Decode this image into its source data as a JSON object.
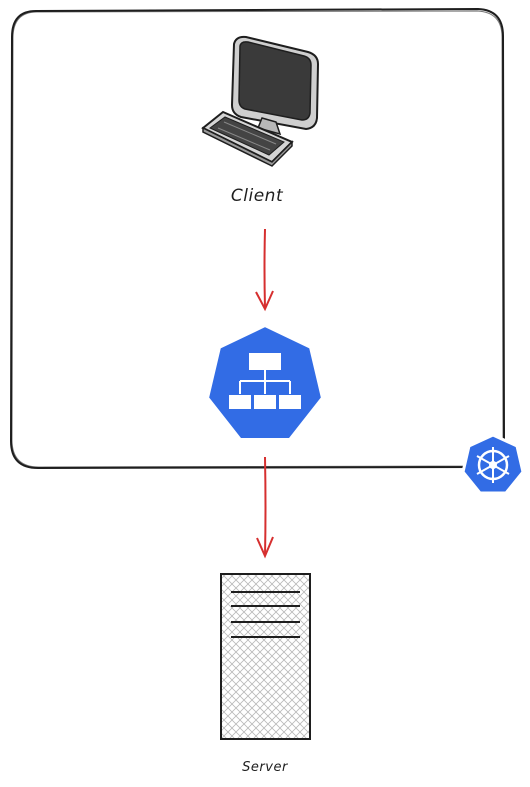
{
  "nodes": {
    "client": {
      "label": "Client",
      "icon": "desktop-computer-icon"
    },
    "load_balancer": {
      "icon": "kubernetes-service-icon"
    },
    "server": {
      "label": "Server",
      "icon": "server-rack-icon"
    }
  },
  "cluster": {
    "icon": "kubernetes-wheel-icon"
  },
  "edges": [
    {
      "from": "client",
      "to": "load_balancer"
    },
    {
      "from": "load_balancer",
      "to": "server"
    }
  ],
  "colors": {
    "stroke": "#1e1e1e",
    "arrow": "#d62f2f",
    "k8s_blue": "#326ce5",
    "monitor_body": "#dadada",
    "screen": "#3a3a3a"
  }
}
